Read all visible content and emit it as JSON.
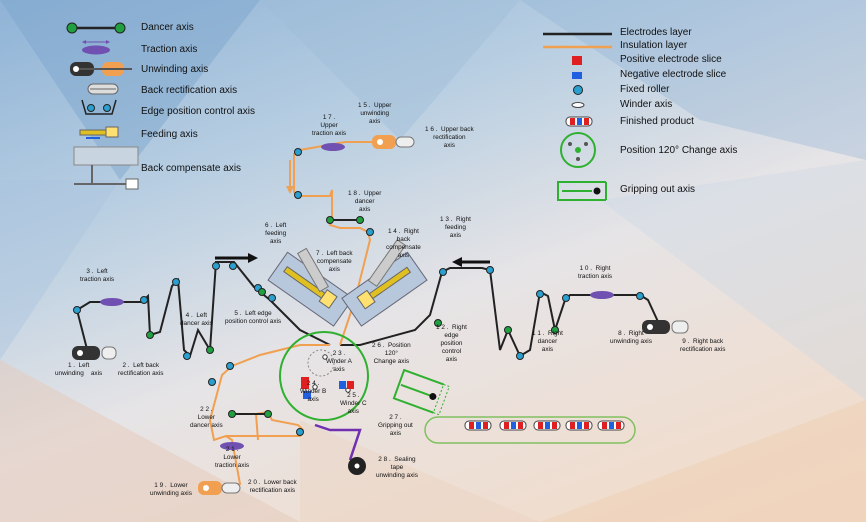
{
  "legend_left": [
    {
      "icon": "dancer-axis-icon",
      "label": "Dancer axis"
    },
    {
      "icon": "traction-axis-icon",
      "label": "Traction axis"
    },
    {
      "icon": "unwinding-axis-icon",
      "label": "Unwinding axis"
    },
    {
      "icon": "back-rectification-axis-icon",
      "label": "Back rectification  axis"
    },
    {
      "icon": "edge-position-control-axis-icon",
      "label": "Edge position control axis"
    },
    {
      "icon": "feeding-axis-icon",
      "label": "Feeding axis"
    },
    {
      "icon": "back-compensate-axis-icon",
      "label": "Back compensate axis"
    }
  ],
  "legend_right": [
    {
      "icon": "electrodes-layer-icon",
      "label": "Electrodes layer"
    },
    {
      "icon": "insulation-layer-icon",
      "label": "Insulation layer"
    },
    {
      "icon": "positive-electrode-slice-icon",
      "label": "Positive electrode slice"
    },
    {
      "icon": "negative-electrode-slice-icon",
      "label": "Negative electrode slice"
    },
    {
      "icon": "fixed-roller-icon",
      "label": "Fixed roller"
    },
    {
      "icon": "winder-axis-icon",
      "label": "Winder axis"
    },
    {
      "icon": "finished-product-icon",
      "label": "Finished product"
    },
    {
      "icon": "position-change-axis-icon",
      "label": "Position 120° Change axis"
    },
    {
      "icon": "gripping-out-axis-icon",
      "label": "Gripping out axis"
    }
  ],
  "labels": {
    "l1": "1 .  Left\nunwinding    axis",
    "l2": "2 .  Left back\nrectification axis",
    "l3": "3 .  Left\ntraction axis",
    "l4": "4 .  Left\ndancer axis",
    "l5": "5 .  Left edge\nposition control axis",
    "l6": "6 .  Left\nfeeding\naxis",
    "l7": "7 .  Left back\ncompensate\naxis",
    "l8": "8 .  Right\nunwinding axis",
    "l9": "9 .  Right back\nrectification axis",
    "l10": "1 0 .  Right\ntraction axis",
    "l11": "1 1 .  Right\ndancer\naxis",
    "l12": "1 2 .  Right\nedge\nposition\ncontrol\naxis",
    "l13": "1 3 .  Right\nfeeding\naxis",
    "l14": "1 4 .  Right\nback\ncompensate\naxis",
    "l15": "1 5 .  Upper\nunwinding\naxis",
    "l16": "1 6 .  Upper back\nrectification\naxis",
    "l17": "1 7 .\nUpper\ntraction axis",
    "l18": "1 8 .  Upper\ndancer\naxis",
    "l19": "1 9 .  Lower\nunwinding axis",
    "l20": "2 0 .  Lower back\nrectification axis",
    "l21": "2 1 .\nLower\ntraction axis",
    "l22": "2 2 .\nLower\ndancer axis",
    "l23": "2 3 .\nWinder A\naxis",
    "l24": "2 4 .\nWinder B\naxis",
    "l25": "2 5 .\nWinder C\naxis",
    "l26": "2 6 .  Position\n120°\nChange axis",
    "l27": "2 7 .\nGripping out\naxis",
    "l28": "2 8 .  Sealing\ntape\nunwinding axis"
  },
  "colors": {
    "electrodes_layer": "#222222",
    "insulation_layer": "#f0a050",
    "positive_slice": "#e02020",
    "negative_slice": "#2060e0",
    "fixed_roller": "#2aa0d0",
    "dancer": "#20a040",
    "traction": "#7050b0",
    "gripping": "#30b030",
    "sealing_tape": "#7030b0"
  }
}
